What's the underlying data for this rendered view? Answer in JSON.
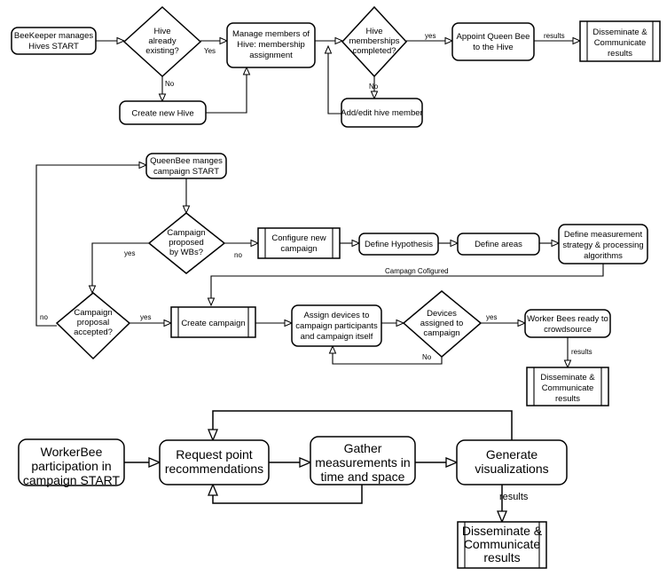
{
  "section1": {
    "beekeeper_start": [
      "BeeKeeper manages",
      "Hives START"
    ],
    "hive_existing": [
      "Hive",
      "already",
      "existing?"
    ],
    "create_new_hive": [
      "Create new Hive"
    ],
    "manage_members": [
      "Manage members of",
      "Hive: membership",
      "assignment"
    ],
    "memberships_completed": [
      "Hive",
      "memberships",
      "completed?"
    ],
    "add_edit_member": [
      "Add/edit hive member"
    ],
    "appoint_queen": [
      "Appoint Queen Bee",
      "to the Hive"
    ],
    "disseminate_1": [
      "Disseminate &",
      "Communicate",
      "results"
    ],
    "label_yes_1": "Yes",
    "label_no_1": "No",
    "label_yes_2": "yes",
    "label_no_2": "No",
    "label_results_1": "results"
  },
  "section2": {
    "queenbee_start": [
      "QueenBee manges",
      "campaign START"
    ],
    "proposed_by_wbs": [
      "Campaign",
      "proposed",
      "by WBs?"
    ],
    "configure_campaign": [
      "Configure new",
      "campaign"
    ],
    "define_hypothesis": [
      "Define Hypothesis"
    ],
    "define_areas": [
      "Define areas"
    ],
    "define_measurement": [
      "Define measurement",
      "strategy & processing",
      "algorithms"
    ],
    "campaign_configured": "Campagn Cofigured",
    "proposal_accepted": [
      "Campaign",
      "proposal",
      "accepted?"
    ],
    "create_campaign": [
      "Create campaign"
    ],
    "assign_devices": [
      "Assign devices to",
      "campaign participants",
      "and campaign itself"
    ],
    "devices_assigned": [
      "Devices",
      "assigned to",
      "campaign"
    ],
    "worker_bees_ready": [
      "Worker Bees ready to",
      "crowdsource"
    ],
    "disseminate_2": [
      "Disseminate &",
      "Communicate",
      "results"
    ],
    "label_no_proposed": "no",
    "label_yes_proposed": "yes",
    "label_no_accepted": "no",
    "label_yes_accepted": "yes",
    "label_yes_devices": "yes",
    "label_no_devices": "No",
    "label_results_2": "results"
  },
  "section3": {
    "workerbee_start": [
      "WorkerBee",
      "participation in",
      "campaign START"
    ],
    "request_point": [
      "Request point",
      "recommendations"
    ],
    "gather_measurements": [
      "Gather",
      "measurements in",
      "time and space"
    ],
    "generate_visualizations": [
      "Generate",
      "visualizations"
    ],
    "disseminate_3": [
      "Disseminate &",
      "Communicate",
      "results"
    ],
    "label_results_3": "results"
  }
}
